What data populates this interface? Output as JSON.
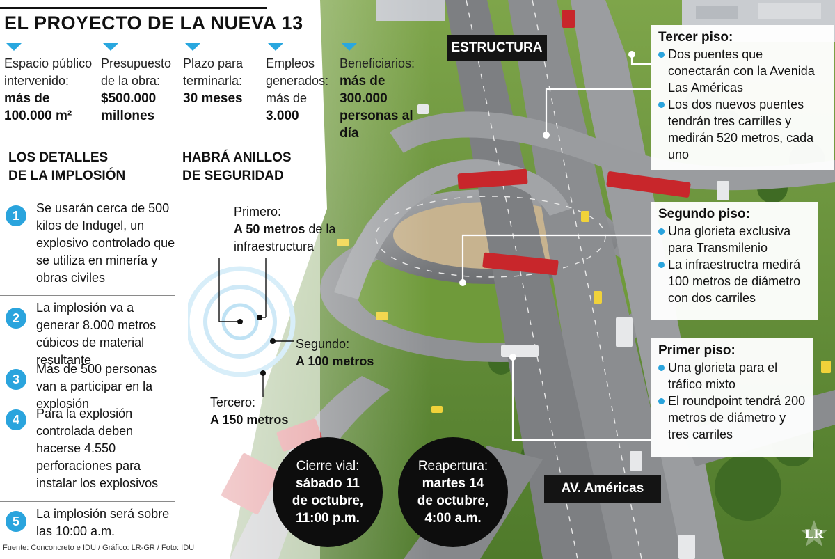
{
  "header": {
    "title": "EL PROYECTO DE LA NUEVA 13"
  },
  "stats": [
    {
      "label": "Espacio público intervenido:",
      "value": "más de 100.000 m²"
    },
    {
      "label": "Presupuesto de la obra:",
      "value": "$500.000 millones"
    },
    {
      "label": "Plazo para terminarla:",
      "value": "30 meses"
    },
    {
      "label": "Empleos generados: más de",
      "value": "3.000"
    },
    {
      "label": "Beneficiarios:",
      "value": "más de 300.000 personas al día"
    }
  ],
  "details": {
    "title_line1": "LOS DETALLES",
    "title_line2": "DE LA IMPLOSIÓN",
    "items": [
      {
        "number": "1",
        "text": "Se usarán cerca de 500 kilos de Indugel, un explosivo controlado que se utiliza en minería y obras civiles"
      },
      {
        "number": "2",
        "text": "La implosión va a generar 8.000 metros cúbicos de material resultante"
      },
      {
        "number": "3",
        "text": "Más de 500 personas van a participar en la explosión"
      },
      {
        "number": "4",
        "text": "Para la explosión controlada deben hacerse 4.550 perforaciones para instalar los explosivos"
      },
      {
        "number": "5",
        "text": "La implosión será sobre las 10:00 a.m."
      }
    ]
  },
  "rings": {
    "title_line1": "HABRÁ ANILLOS",
    "title_line2": "DE SEGURIDAD",
    "first_label": "Primero:",
    "first_value": "A 50 metros",
    "first_rest": " de la infraestructura",
    "second_label": "Segundo:",
    "second_value": "A 100 metros",
    "third_label": "Tercero:",
    "third_value": "A 150 metros"
  },
  "tags": {
    "structure": "ESTRUCTURA",
    "avenue": "AV. Américas"
  },
  "floors": {
    "third": {
      "title": "Tercer piso:",
      "bullets": [
        "Dos puentes que conectarán con la Avenida Las Américas",
        "Los dos nuevos puentes tendrán tres carrilles y medirán 520 metros, cada uno"
      ]
    },
    "second": {
      "title": "Segundo piso:",
      "bullets": [
        "Una glorieta exclusiva para Transmilenio",
        "La infraestructra medirá 100 metros de diámetro con dos carriles"
      ]
    },
    "first": {
      "title": "Primer piso:",
      "bullets": [
        "Una glorieta para el tráfico mixto",
        "El roundpoint tendrá 200 metros de diámetro y tres carriles"
      ]
    }
  },
  "closures": {
    "close_label": "Cierre vial:",
    "close_value": "sábado 11 de octubre, 11:00 p.m.",
    "reopen_label": "Reapertura:",
    "reopen_value": "martes 14 de octubre, 4:00 a.m."
  },
  "footer": {
    "source": "Fuente: Conconcreto e IDU / Gráfico: LR-GR / Foto: IDU",
    "logo": "LR"
  },
  "colors": {
    "accent": "#2aa4dd",
    "dark": "#111111",
    "grass": "#6f9a3a",
    "road": "#8d8f92",
    "bus": "#c8262b"
  }
}
